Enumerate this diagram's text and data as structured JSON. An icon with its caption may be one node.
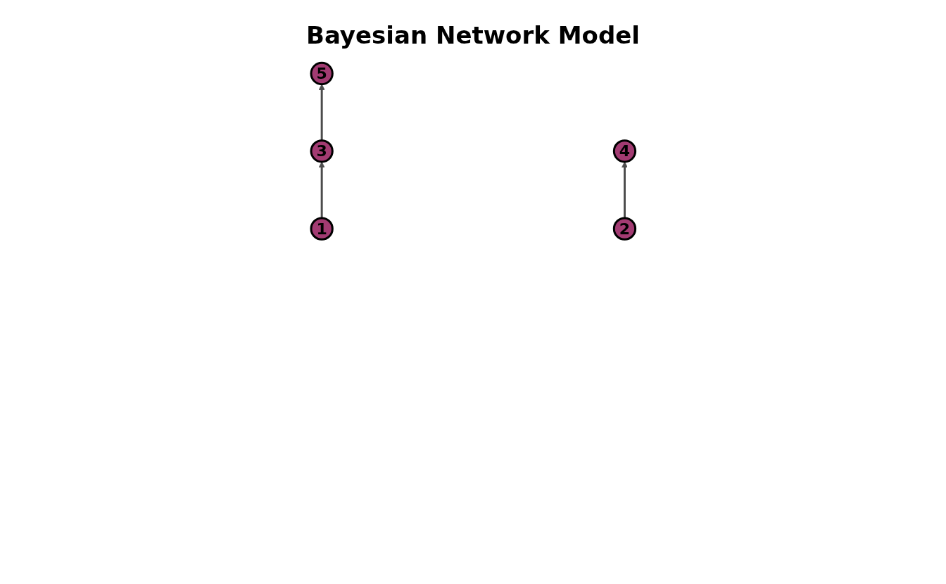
{
  "diagram": {
    "title": "Bayesian Network Model",
    "nodes": [
      {
        "text": [
          "5"
        ]
      },
      {
        "text": [
          "3"
        ]
      },
      {
        "text": [
          "4"
        ]
      },
      {
        "text": [
          "1"
        ]
      },
      {
        "text": [
          "2"
        ]
      }
    ],
    "edges": [
      {
        "from": 3,
        "to": 1,
        "arrow": "to"
      },
      {
        "from": 1,
        "to": 0,
        "arrow": "to"
      },
      {
        "from": 4,
        "to": 2,
        "arrow": "to"
      }
    ]
  }
}
